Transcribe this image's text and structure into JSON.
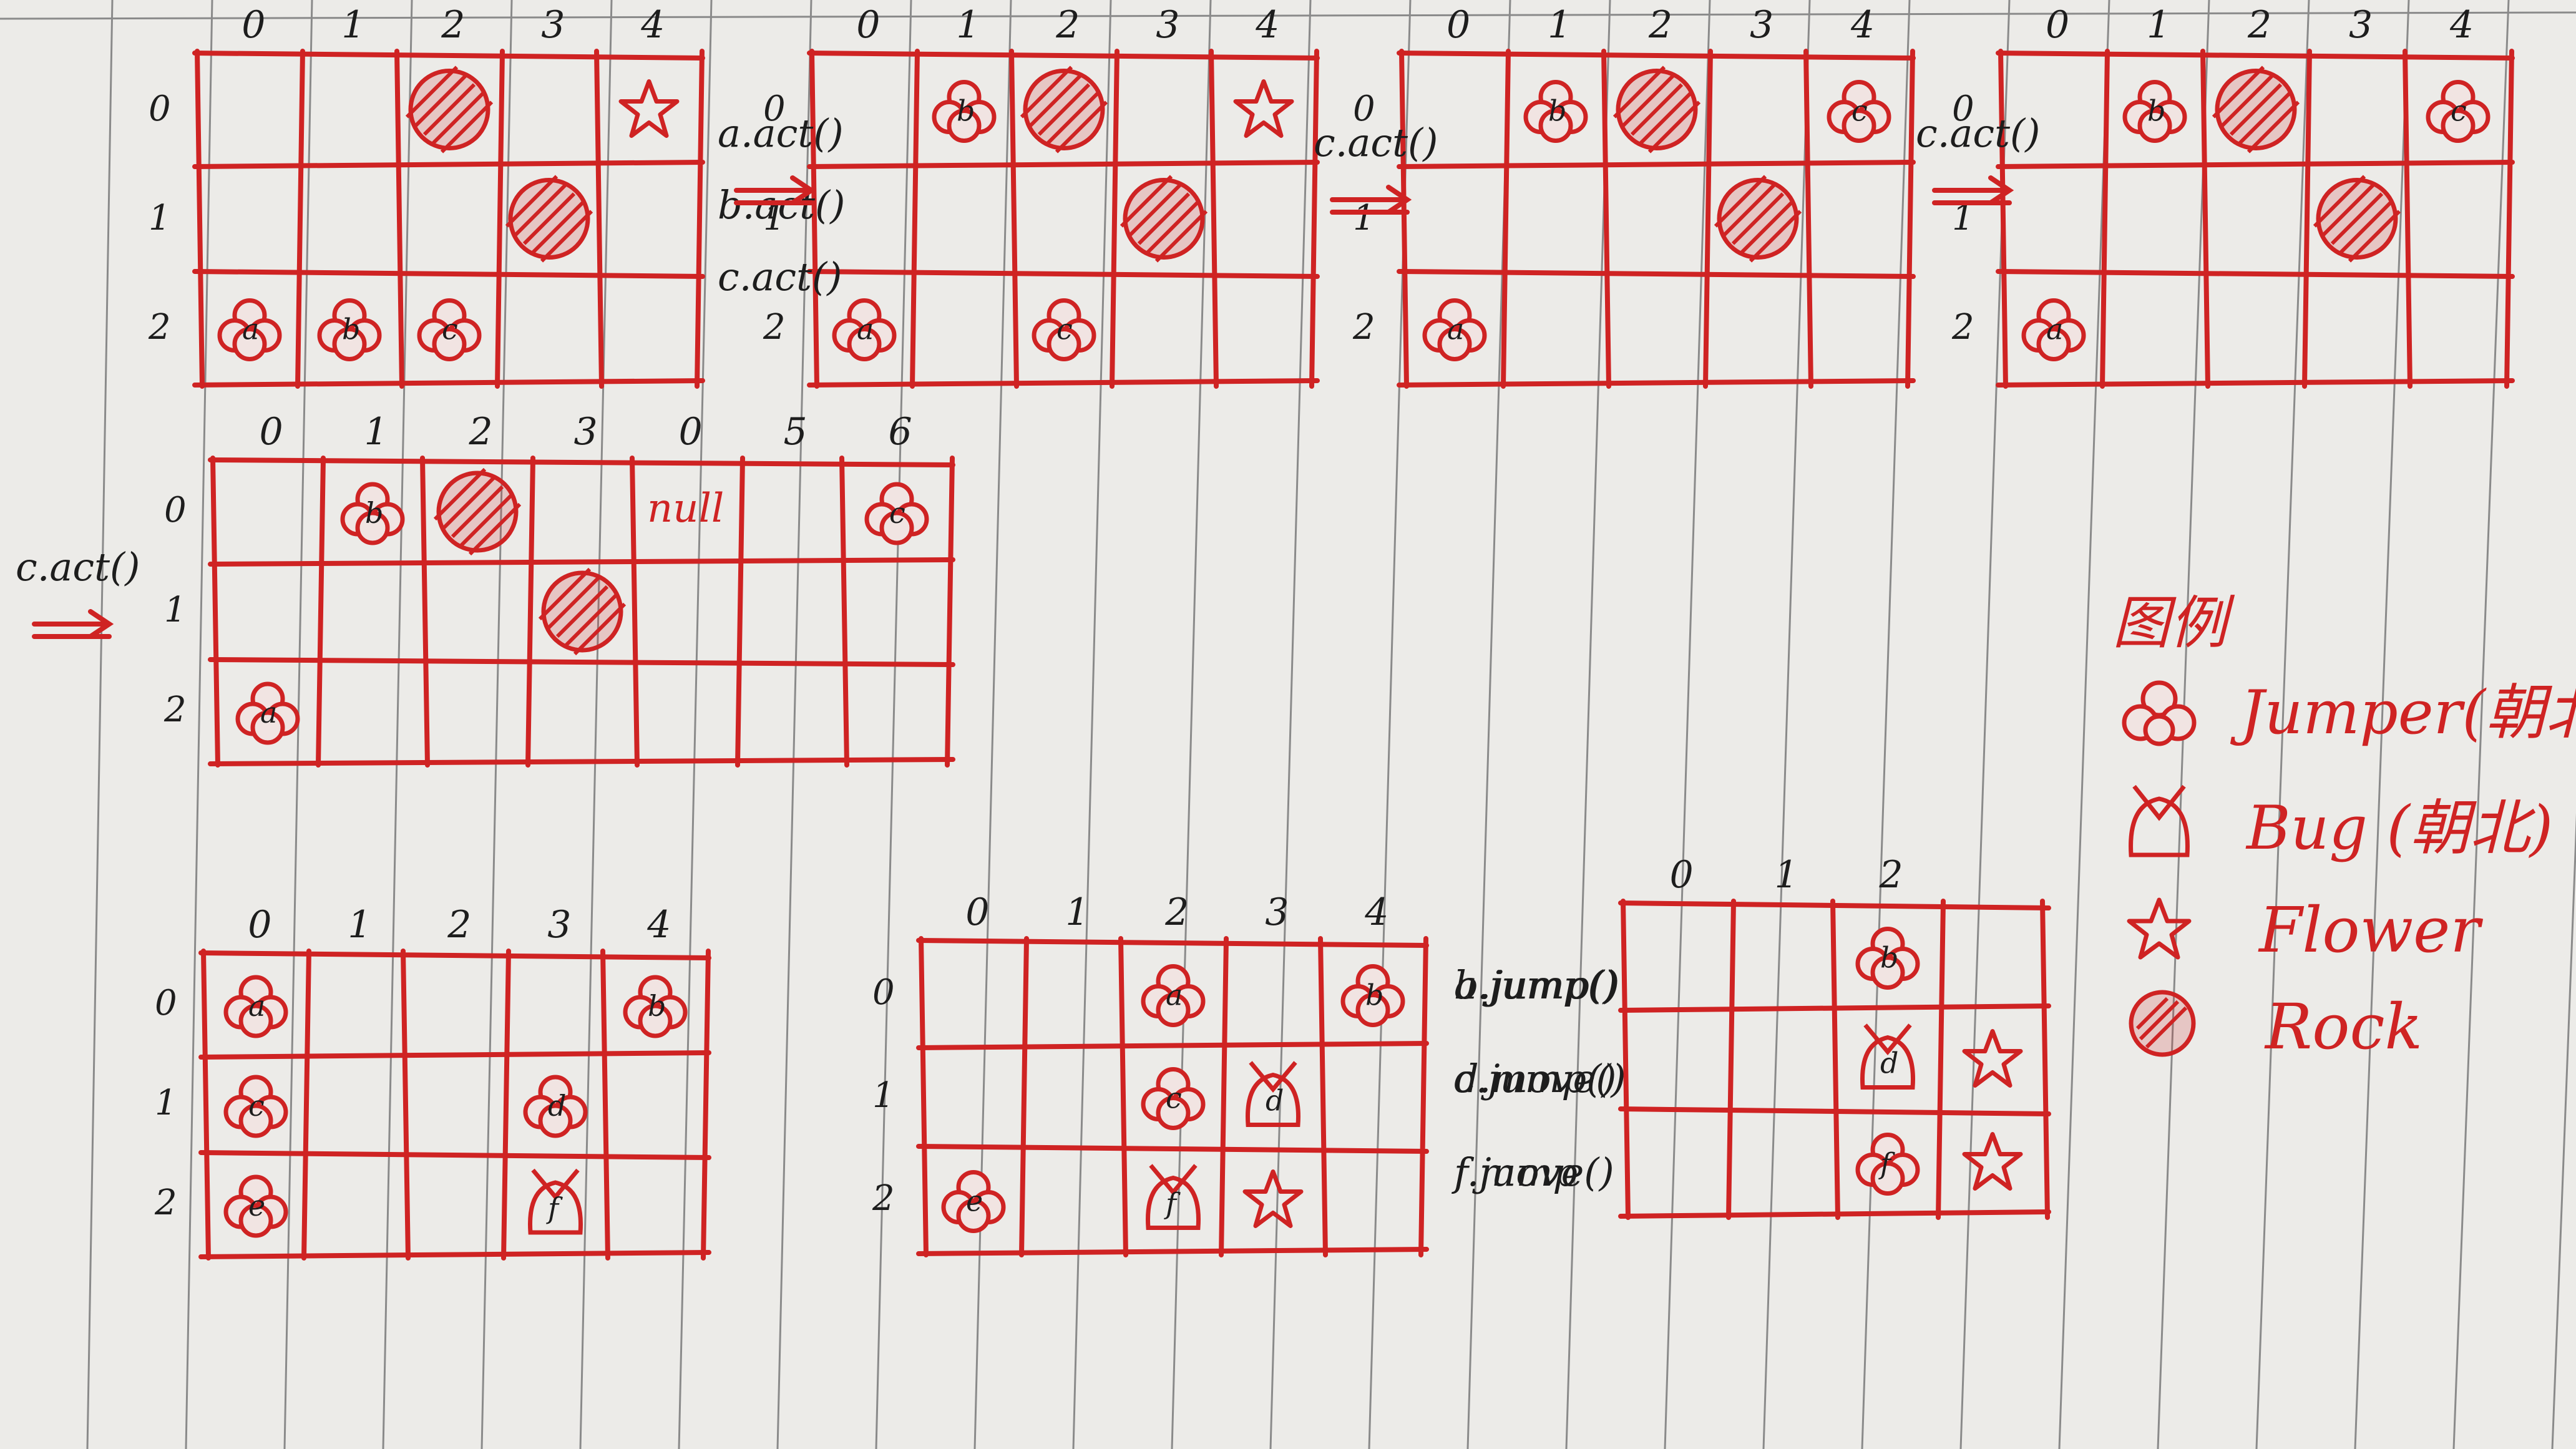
{
  "grids": [
    {
      "name": "grid-1",
      "col_labels": [
        "0",
        "1",
        "2",
        "3",
        "4"
      ],
      "row_labels": [
        "0",
        "1",
        "2"
      ],
      "annotations": [],
      "cells": [
        {
          "kind": "rock",
          "label": "",
          "r": 0,
          "c": 2
        },
        {
          "kind": "flower",
          "label": "",
          "r": 0,
          "c": 4
        },
        {
          "kind": "rock",
          "label": "",
          "r": 1,
          "c": 3
        },
        {
          "kind": "jumper",
          "label": "a",
          "r": 2,
          "c": 0
        },
        {
          "kind": "jumper",
          "label": "b",
          "r": 2,
          "c": 1
        },
        {
          "kind": "jumper",
          "label": "c",
          "r": 2,
          "c": 2
        }
      ]
    },
    {
      "name": "grid-2",
      "col_labels": [
        "0",
        "1",
        "2",
        "3",
        "4"
      ],
      "row_labels": [
        "0",
        "1",
        "2"
      ],
      "annotations": [
        "a.act()",
        "b.act()",
        "c.act()"
      ],
      "cells": [
        {
          "kind": "jumper",
          "label": "b",
          "r": 0,
          "c": 1
        },
        {
          "kind": "rock",
          "label": "",
          "r": 0,
          "c": 2
        },
        {
          "kind": "flower",
          "label": "",
          "r": 0,
          "c": 4
        },
        {
          "kind": "rock",
          "label": "",
          "r": 1,
          "c": 3
        },
        {
          "kind": "jumper",
          "label": "a",
          "r": 2,
          "c": 0
        },
        {
          "kind": "jumper",
          "label": "c",
          "r": 2,
          "c": 2
        }
      ]
    },
    {
      "name": "grid-3",
      "col_labels": [
        "0",
        "1",
        "2",
        "3",
        "4"
      ],
      "row_labels": [
        "0",
        "1",
        "2"
      ],
      "annotations": [
        "c.act()"
      ],
      "cells": [
        {
          "kind": "jumper",
          "label": "b",
          "r": 0,
          "c": 1
        },
        {
          "kind": "rock",
          "label": "",
          "r": 0,
          "c": 2
        },
        {
          "kind": "jumper",
          "label": "c",
          "r": 0,
          "c": 4
        },
        {
          "kind": "rock",
          "label": "",
          "r": 1,
          "c": 3
        },
        {
          "kind": "jumper",
          "label": "a",
          "r": 2,
          "c": 0
        }
      ]
    },
    {
      "name": "grid-4",
      "col_labels": [
        "0",
        "1",
        "2",
        "3",
        "4"
      ],
      "row_labels": [
        "0",
        "1",
        "2"
      ],
      "annotations": [
        "c.act()"
      ],
      "cells": [
        {
          "kind": "jumper",
          "label": "b",
          "r": 0,
          "c": 1
        },
        {
          "kind": "rock",
          "label": "",
          "r": 0,
          "c": 2
        },
        {
          "kind": "jumper",
          "label": "c",
          "r": 0,
          "c": 4
        },
        {
          "kind": "rock",
          "label": "",
          "r": 1,
          "c": 3
        },
        {
          "kind": "jumper",
          "label": "a",
          "r": 2,
          "c": 0
        }
      ]
    },
    {
      "name": "grid-5",
      "col_labels": [
        "0",
        "1",
        "2",
        "3",
        "0",
        "5",
        "6"
      ],
      "row_labels": [
        "0",
        "1",
        "2"
      ],
      "annotations": [
        "c.act()"
      ],
      "null_text": "null",
      "cells": [
        {
          "kind": "jumper",
          "label": "b",
          "r": 0,
          "c": 1
        },
        {
          "kind": "rock",
          "label": "",
          "r": 0,
          "c": 2
        },
        {
          "kind": "jumper",
          "label": "c",
          "r": 0,
          "c": 6
        },
        {
          "kind": "rock",
          "label": "",
          "r": 1,
          "c": 3
        },
        {
          "kind": "jumper",
          "label": "a",
          "r": 2,
          "c": 0
        }
      ]
    },
    {
      "name": "grid-6",
      "col_labels": [
        "0",
        "1",
        "2",
        "3",
        "4"
      ],
      "row_labels": [
        "0",
        "1",
        "2"
      ],
      "annotations": [],
      "cells": [
        {
          "kind": "jumper",
          "label": "a",
          "r": 0,
          "c": 0
        },
        {
          "kind": "jumper",
          "label": "b",
          "r": 0,
          "c": 4
        },
        {
          "kind": "jumper",
          "label": "c",
          "r": 1,
          "c": 0
        },
        {
          "kind": "jumper",
          "label": "d",
          "r": 1,
          "c": 3
        },
        {
          "kind": "jumper",
          "label": "e",
          "r": 2,
          "c": 0
        },
        {
          "kind": "bug",
          "label": "f",
          "r": 2,
          "c": 3
        }
      ]
    },
    {
      "name": "grid-7",
      "col_labels": [
        "0",
        "1",
        "2",
        "3",
        "4"
      ],
      "row_labels": [
        "0",
        "1",
        "2"
      ],
      "annotations": [
        "a.jump()",
        "c.jump()",
        "f.move()"
      ],
      "cells": [
        {
          "kind": "jumper",
          "label": "a",
          "r": 0,
          "c": 2
        },
        {
          "kind": "jumper",
          "label": "b",
          "r": 0,
          "c": 4
        },
        {
          "kind": "jumper",
          "label": "c",
          "r": 1,
          "c": 2
        },
        {
          "kind": "bug",
          "label": "d",
          "r": 1,
          "c": 3
        },
        {
          "kind": "jumper",
          "label": "e",
          "r": 2,
          "c": 0
        },
        {
          "kind": "bug",
          "label": "f",
          "r": 2,
          "c": 2
        },
        {
          "kind": "flower",
          "label": "",
          "r": 2,
          "c": 3
        }
      ]
    },
    {
      "name": "grid-8",
      "col_labels": [
        "0",
        "1",
        "2"
      ],
      "row_labels": [],
      "annotations": [
        "b.jump()",
        "d.move()",
        "f.jump"
      ],
      "cells": [
        {
          "kind": "jumper",
          "label": "b",
          "r": 0,
          "c": 2
        },
        {
          "kind": "bug",
          "label": "d",
          "r": 1,
          "c": 2
        },
        {
          "kind": "flower",
          "label": "",
          "r": 1,
          "c": 3
        },
        {
          "kind": "jumper",
          "label": "f",
          "r": 2,
          "c": 2
        },
        {
          "kind": "flower",
          "label": "",
          "r": 2,
          "c": 3
        }
      ]
    }
  ],
  "legend": {
    "title": "图例",
    "items": [
      {
        "kind": "jumper",
        "text": "Jumper(朝北)"
      },
      {
        "kind": "bug",
        "text": "Bug (朝北)"
      },
      {
        "kind": "flower",
        "text": "Flower"
      },
      {
        "kind": "rock",
        "text": "Rock"
      }
    ]
  },
  "colors": {
    "ink": "#cf2323",
    "paper": "#ecebe8"
  }
}
